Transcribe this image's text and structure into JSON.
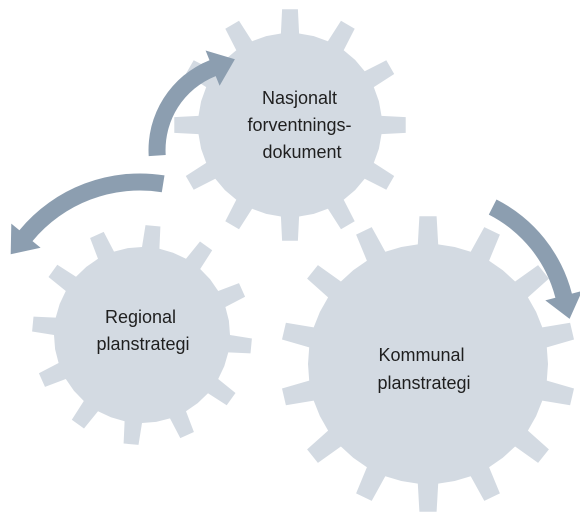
{
  "colors": {
    "background": "#ffffff",
    "gear_fill": "#d3dae2",
    "arrow_fill": "#8c9eb0",
    "text": "#1f1f1f"
  },
  "gears": {
    "national": {
      "label_lines": [
        "Nasjonalt",
        "forventnings-",
        "dokument"
      ]
    },
    "regional": {
      "label_lines": [
        "Regional",
        "planstrategi"
      ]
    },
    "municipal": {
      "label_lines": [
        "Kommunal",
        "planstrategi"
      ]
    }
  },
  "arrows": [
    {
      "name": "arrow-to-national"
    },
    {
      "name": "arrow-to-regional"
    },
    {
      "name": "arrow-to-municipal"
    }
  ]
}
